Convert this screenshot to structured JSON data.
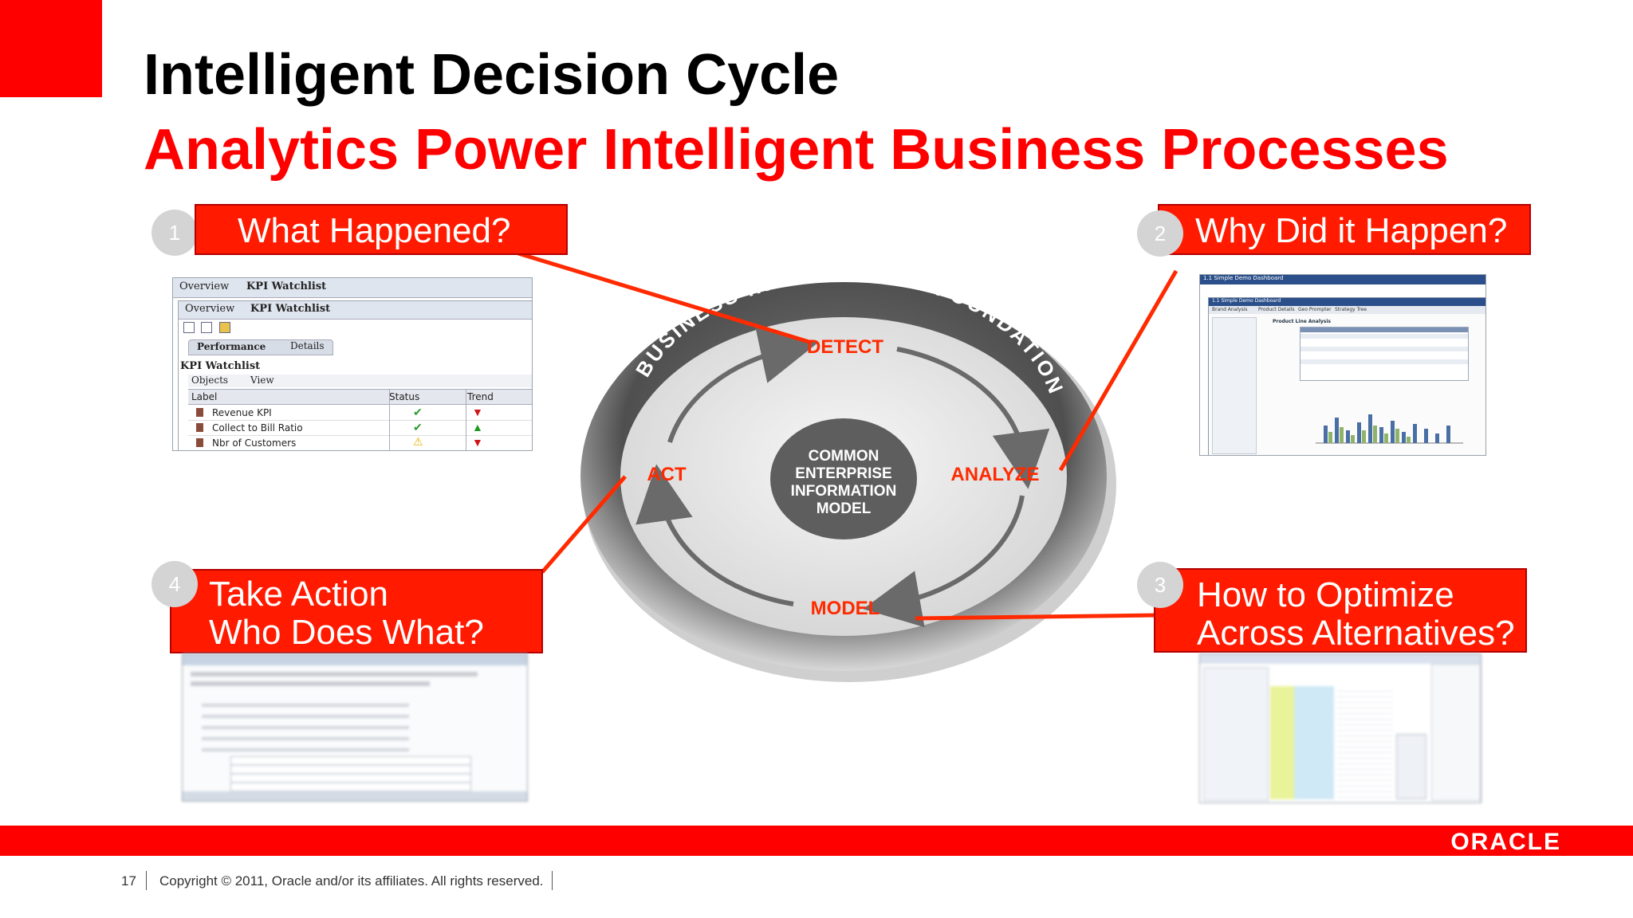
{
  "slide": {
    "title": "Intelligent Decision Cycle",
    "subtitle": "Analytics Power Intelligent Business Processes"
  },
  "callouts": [
    {
      "number": "1",
      "text": "What Happened?"
    },
    {
      "number": "2",
      "text": "Why Did it Happen?"
    },
    {
      "number": "3",
      "line1": "How to Optimize",
      "line2": "Across Alternatives?"
    },
    {
      "number": "4",
      "line1": "Take Action",
      "line2": "Who Does What?"
    }
  ],
  "cycle": {
    "ring_text": "BUSINESS INTELLIGENCE FOUNDATION",
    "detect": "DETECT",
    "analyze": "ANALYZE",
    "model": "MODEL",
    "act": "ACT",
    "center": [
      "COMMON",
      "ENTERPRISE",
      "INFORMATION",
      "MODEL"
    ]
  },
  "kpi_panel": {
    "tab_overview": "Overview",
    "tab_watchlist": "KPI Watchlist",
    "subtab_performance": "Performance",
    "subtab_details": "Details",
    "section_title": "KPI Watchlist",
    "menu_objects": "Objects",
    "menu_view": "View",
    "columns": [
      "Label",
      "Status",
      "Trend"
    ],
    "rows": [
      {
        "label": "Revenue KPI",
        "status": "check",
        "trend": "down"
      },
      {
        "label": "Collect to Bill Ratio",
        "status": "check",
        "trend": "up"
      },
      {
        "label": "Nbr of Customers",
        "status": "warning",
        "trend": "down"
      }
    ]
  },
  "analysis_panel": {
    "header": "1.1 Simple Demo Dashboard",
    "tabs": [
      "Brand Analysis",
      "Product Details",
      "Geo Prompter",
      "Strategy Tree"
    ],
    "report_title": "Product Line Analysis"
  },
  "footer": {
    "page_number": "17",
    "copyright": "Copyright © 2011, Oracle and/or its affiliates. All rights reserved.",
    "brand": "ORACLE"
  },
  "colors": {
    "accent_red": "#ff0000",
    "callout_red": "#ff1a00",
    "ring_dark": "#5a5a5a",
    "ring_light": "#e6e6e6"
  }
}
